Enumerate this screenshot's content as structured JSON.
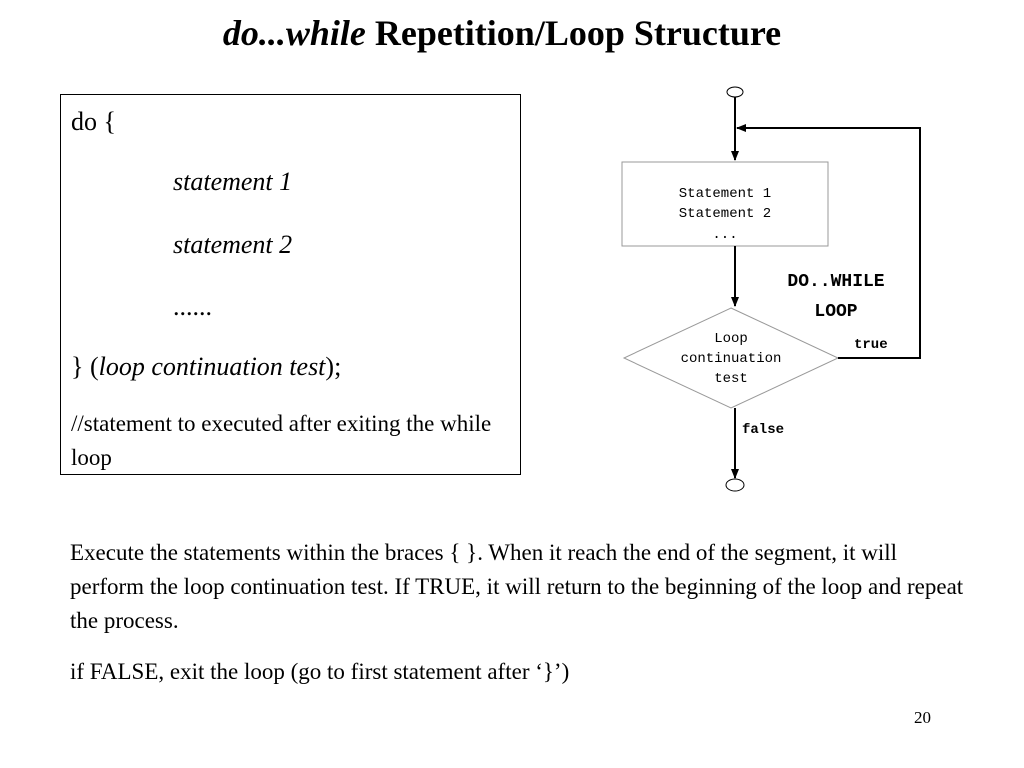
{
  "slide": {
    "title_italic": "do...while",
    "title_rest": " Repetition/Loop Structure",
    "page_number": "20"
  },
  "code": {
    "open": "do {",
    "stmt1": "statement 1",
    "stmt2": "statement 2",
    "ellipsis": "......",
    "close_prefix": "} (",
    "close_test": "loop continuation test",
    "close_suffix": ");",
    "comment": "//statement to executed after exiting the while loop"
  },
  "flowchart": {
    "process_lines": [
      "Statement 1",
      "Statement 2",
      "..."
    ],
    "loop_label_1": "DO..WHILE",
    "loop_label_2": "LOOP",
    "decision_lines": [
      "Loop",
      "continuation",
      "test"
    ],
    "true_label": "true",
    "false_label": "false"
  },
  "description": {
    "para1": "Execute the statements within the braces { }. When it reach the end of the segment, it will perform the loop continuation test. If TRUE, it will return to the beginning of the loop and repeat the process.",
    "para2": "if FALSE, exit the loop (go to first statement after ‘}’)"
  }
}
